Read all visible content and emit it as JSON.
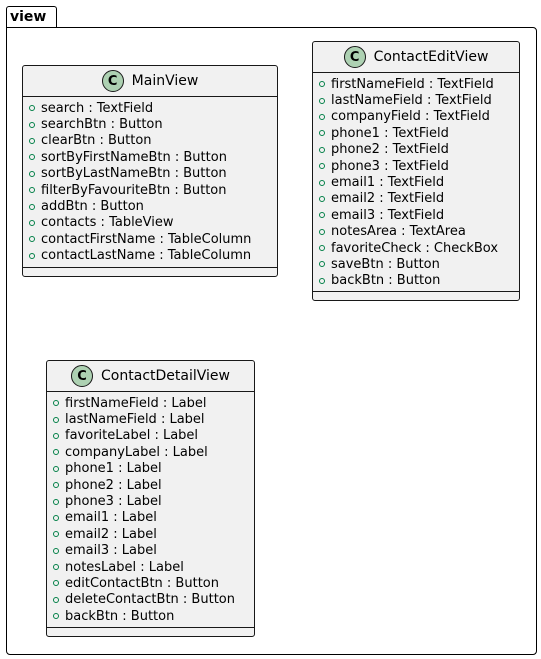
{
  "package": {
    "name": "view"
  },
  "classes": [
    {
      "stereotype_letter": "C",
      "name": "MainView",
      "attributes": [
        "search : TextField",
        "searchBtn : Button",
        "clearBtn : Button",
        "sortByFirstNameBtn : Button",
        "sortByLastNameBtn : Button",
        "filterByFavouriteBtn : Button",
        "addBtn : Button",
        "contacts : TableView",
        "contactFirstName : TableColumn",
        "contactLastName : TableColumn"
      ]
    },
    {
      "stereotype_letter": "C",
      "name": "ContactEditView",
      "attributes": [
        "firstNameField : TextField",
        "lastNameField : TextField",
        "companyField : TextField",
        "phone1 : TextField",
        "phone2 : TextField",
        "phone3 : TextField",
        "email1 : TextField",
        "email2 : TextField",
        "email3 : TextField",
        "notesArea : TextArea",
        "favoriteCheck : CheckBox",
        "saveBtn : Button",
        "backBtn : Button"
      ]
    },
    {
      "stereotype_letter": "C",
      "name": "ContactDetailView",
      "attributes": [
        "firstNameField : Label",
        "lastNameField : Label",
        "favoriteLabel : Label",
        "companyLabel : Label",
        "phone1 : Label",
        "phone2 : Label",
        "phone3 : Label",
        "email1 : Label",
        "email2 : Label",
        "email3 : Label",
        "notesLabel : Label",
        "editContactBtn : Button",
        "deleteContactBtn : Button",
        "backBtn : Button"
      ]
    }
  ]
}
